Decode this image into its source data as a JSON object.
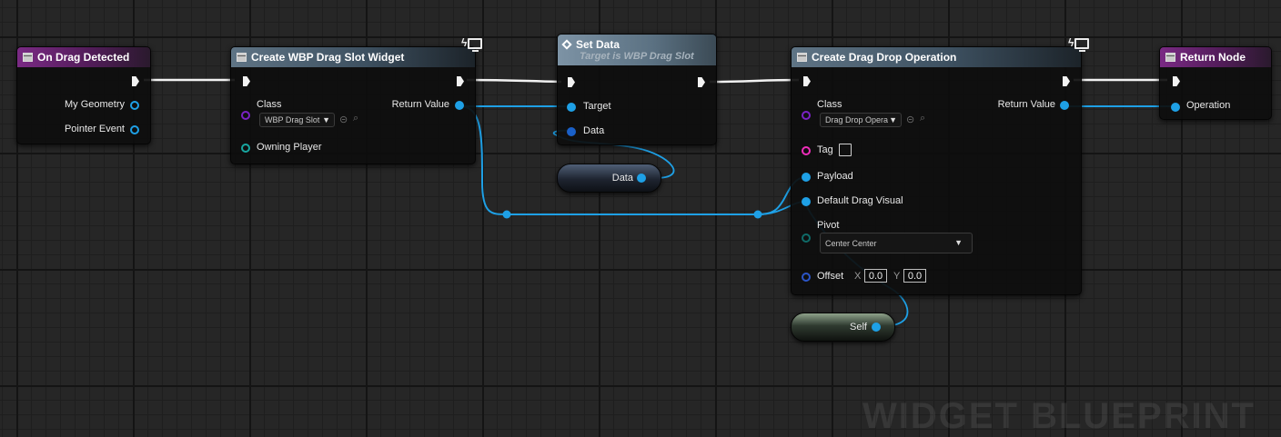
{
  "nodes": {
    "on_drag_detected": {
      "title": "On Drag Detected",
      "pins": {
        "geometry": "My Geometry",
        "pointer_event": "Pointer Event"
      }
    },
    "create_widget": {
      "title": "Create WBP Drag Slot Widget",
      "class_label": "Class",
      "class_value": "WBP Drag Slot",
      "owning_player": "Owning Player",
      "return_value": "Return Value"
    },
    "set_data": {
      "title": "Set Data",
      "subtitle": "Target is WBP Drag Slot",
      "target": "Target",
      "data": "Data"
    },
    "data_variable": {
      "label": "Data"
    },
    "create_drag_drop": {
      "title": "Create Drag Drop Operation",
      "class_label": "Class",
      "class_value": "Drag Drop Opera",
      "return_value": "Return Value",
      "tag": "Tag",
      "payload": "Payload",
      "default_drag_visual": "Default Drag Visual",
      "pivot_label": "Pivot",
      "pivot_value": "Center Center",
      "offset_label": "Offset",
      "offset_x_label": "X",
      "offset_x_value": "0.0",
      "offset_y_label": "Y",
      "offset_y_value": "0.0"
    },
    "self_node": {
      "label": "Self"
    },
    "return_node": {
      "title": "Return Node",
      "operation": "Operation"
    }
  },
  "watermark": "WIDGET BLUEPRINT",
  "colors": {
    "exec_wire": "#ffffff",
    "object_wire": "#1ea0e6",
    "event_header": "#7a2a84",
    "function_header": "#5f7485",
    "class_pin": "#7a22c4",
    "string_pin": "#f02dbb",
    "struct_pin": "#0f6b68"
  }
}
